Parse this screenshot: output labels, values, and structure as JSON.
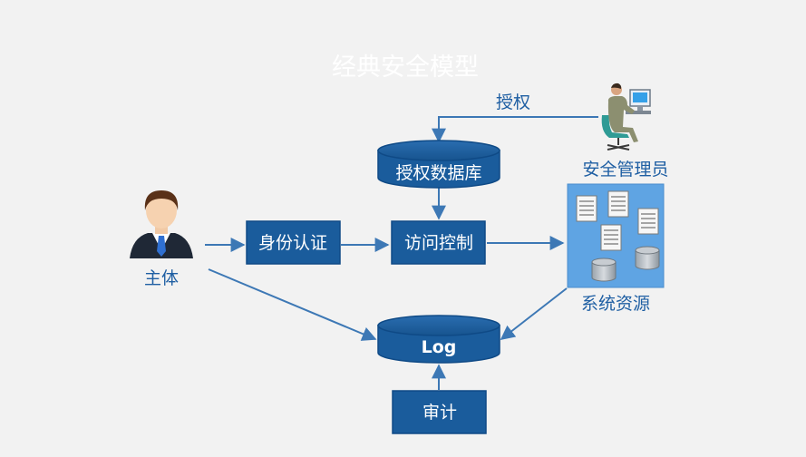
{
  "title": "经典安全模型",
  "nodes": {
    "subject": "主体",
    "authentication": "身份认证",
    "access_control": "访问控制",
    "auth_db": "授权数据库",
    "log": "Log",
    "audit": "审计",
    "admin": "安全管理员",
    "resources": "系统资源"
  },
  "edges": {
    "authorize": "授权"
  },
  "colors": {
    "box": "#1a5c9c",
    "box_border": "#0f4a86",
    "label": "#1f5fa3",
    "arrow": "#3d78b5",
    "title": "#ffffff",
    "resource_panel": "#5fa4e3"
  }
}
